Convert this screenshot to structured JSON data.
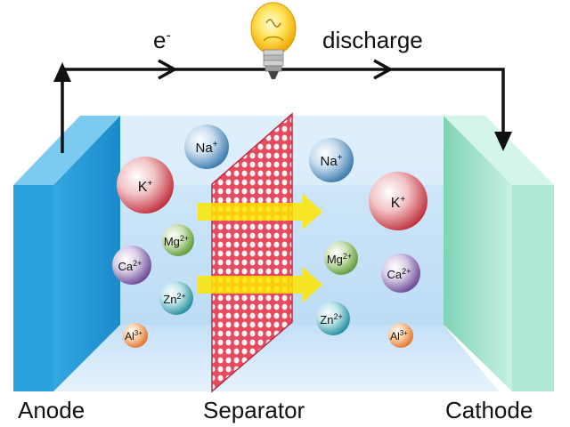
{
  "labels": {
    "electron": "e",
    "electron_sup": "-",
    "discharge": "discharge",
    "anode": "Anode",
    "separator": "Separator",
    "cathode": "Cathode"
  },
  "ions": [
    {
      "id": "na-left",
      "symbol": "Na",
      "charge": "+",
      "color": "blue"
    },
    {
      "id": "k-left",
      "symbol": "K",
      "charge": "+",
      "color": "red"
    },
    {
      "id": "mg-left",
      "symbol": "Mg",
      "charge": "2+",
      "color": "green"
    },
    {
      "id": "ca-left",
      "symbol": "Ca",
      "charge": "2+",
      "color": "purple"
    },
    {
      "id": "zn-left",
      "symbol": "Zn",
      "charge": "2+",
      "color": "teal"
    },
    {
      "id": "al-left",
      "symbol": "Al",
      "charge": "3+",
      "color": "orange"
    },
    {
      "id": "na-right",
      "symbol": "Na",
      "charge": "+",
      "color": "blue"
    },
    {
      "id": "k-right",
      "symbol": "K",
      "charge": "+",
      "color": "red"
    },
    {
      "id": "mg-right",
      "symbol": "Mg",
      "charge": "2+",
      "color": "green"
    },
    {
      "id": "ca-right",
      "symbol": "Ca",
      "charge": "2+",
      "color": "purple"
    },
    {
      "id": "zn-right",
      "symbol": "Zn",
      "charge": "2+",
      "color": "teal"
    },
    {
      "id": "al-right",
      "symbol": "Al",
      "charge": "3+",
      "color": "orange"
    }
  ],
  "colors": {
    "anode": "#2a9fd8",
    "cathode": "#8fdcc0",
    "separator": "#e8485e",
    "electrolyte": "#cfe6f8",
    "arrow": "#ffe600",
    "wire": "#111111"
  },
  "icons": [
    "light-bulb-icon"
  ]
}
